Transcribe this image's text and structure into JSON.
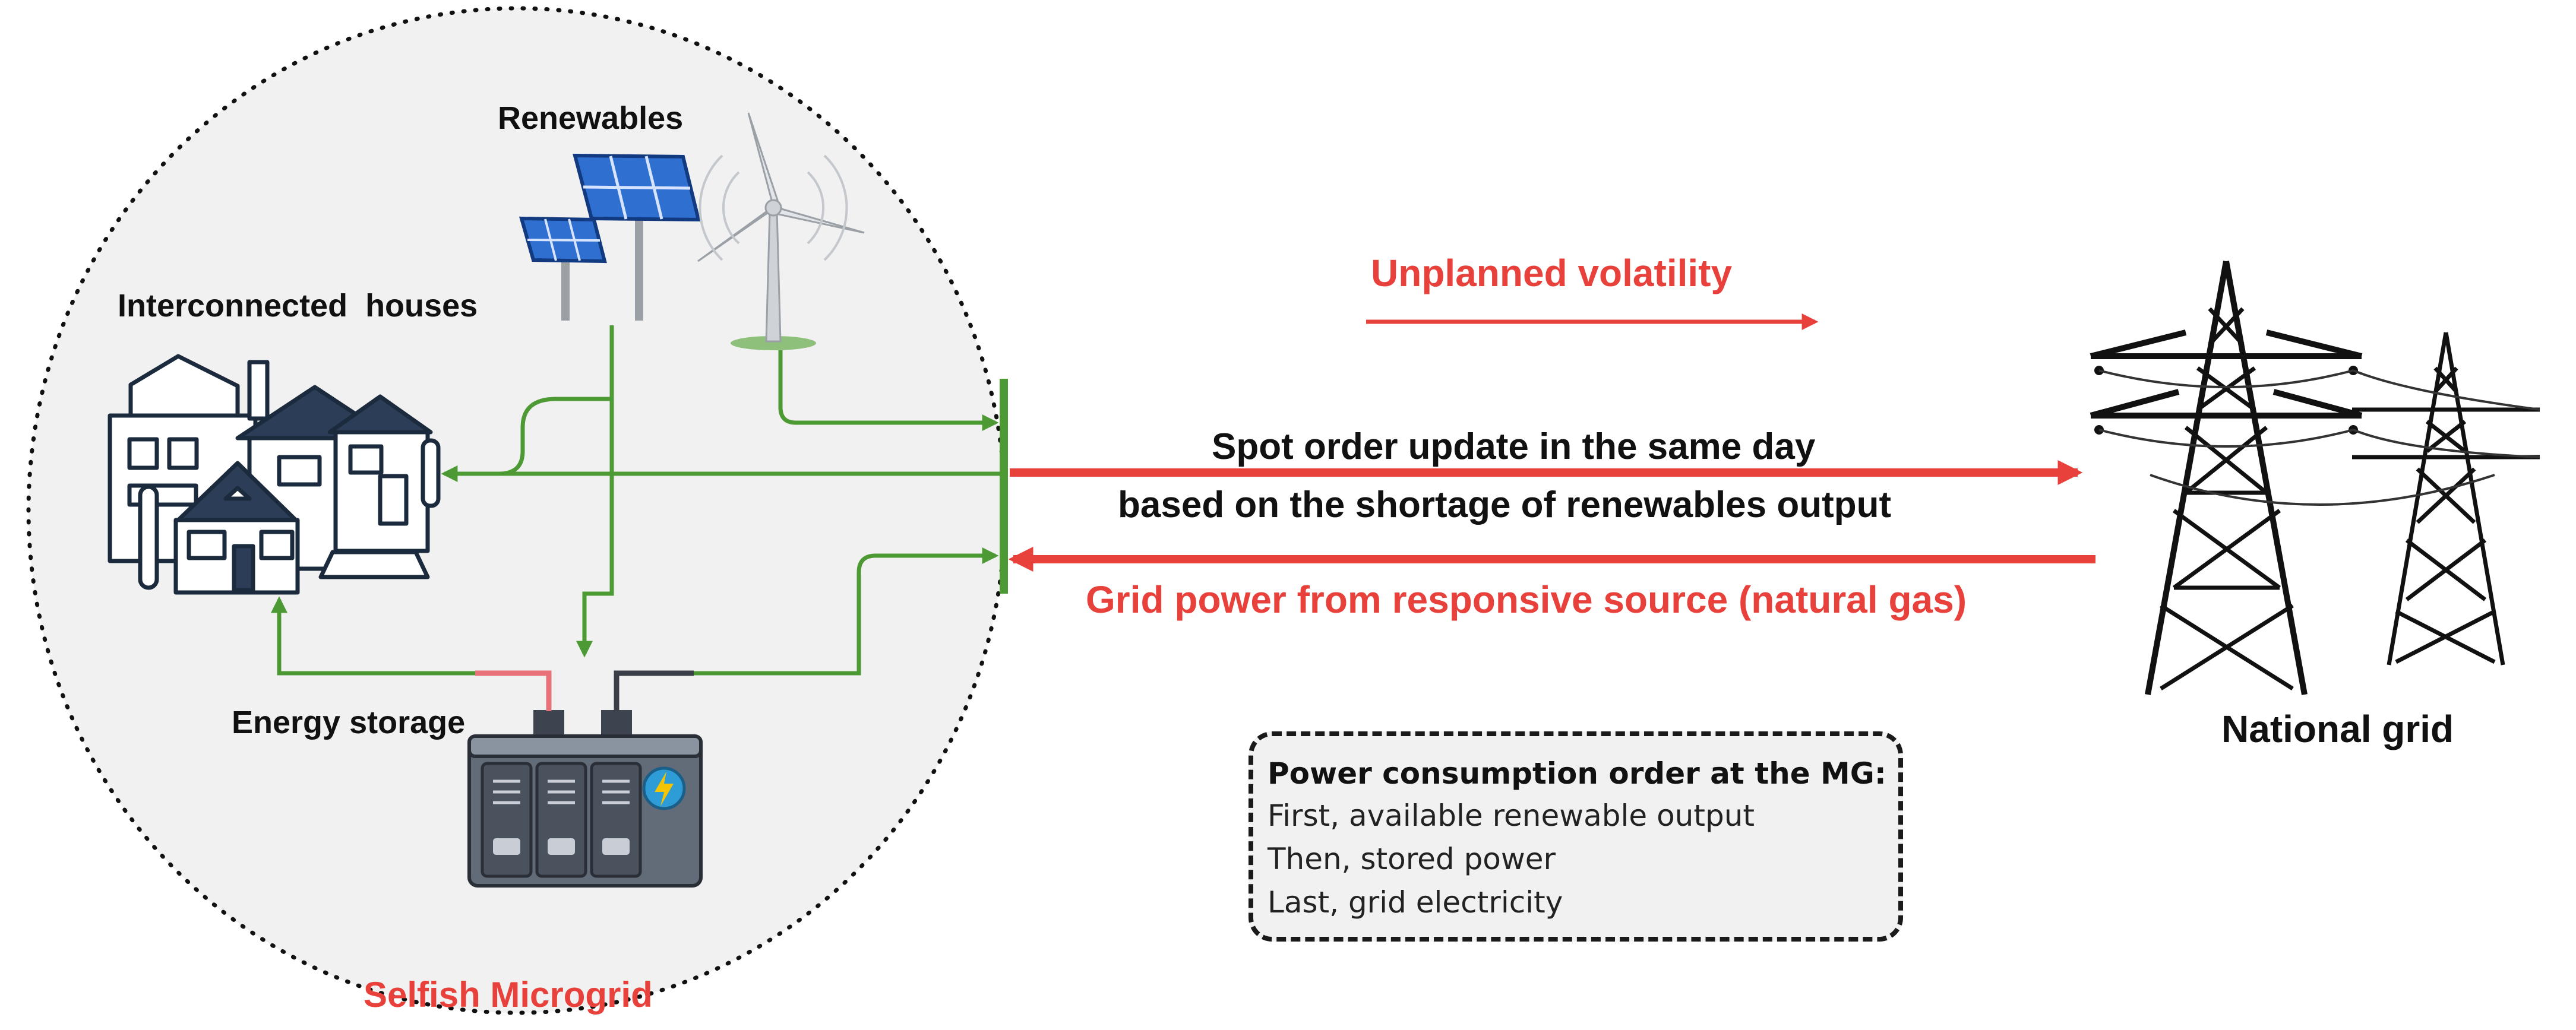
{
  "labels": {
    "renewables": "Renewables",
    "interconnected_houses": "Interconnected  houses",
    "energy_storage": "Energy storage",
    "selfish_microgrid": "Selfish Microgrid",
    "unplanned_volatility": "Unplanned volatility",
    "spot_order_line1": "Spot order update in the same day",
    "spot_order_line2": "based on the shortage of renewables output",
    "grid_power": "Grid power from responsive source (natural gas)",
    "national_grid": "National grid"
  },
  "consumption_order": {
    "title": "Power consumption order at the MG:",
    "steps": [
      "First, available renewable output",
      "Then, stored power",
      "Last, grid electricity"
    ]
  },
  "colors": {
    "red": "#e8413b",
    "green": "#4d9a35",
    "text": "#111111",
    "circle_fill": "#f1f1f1",
    "solar_blue": "#2f6fd0",
    "battery_gray": "#5e6673"
  },
  "icons": [
    "solar-panel-icon",
    "wind-turbine-icon",
    "houses-icon",
    "battery-icon",
    "transmission-tower-icon"
  ]
}
